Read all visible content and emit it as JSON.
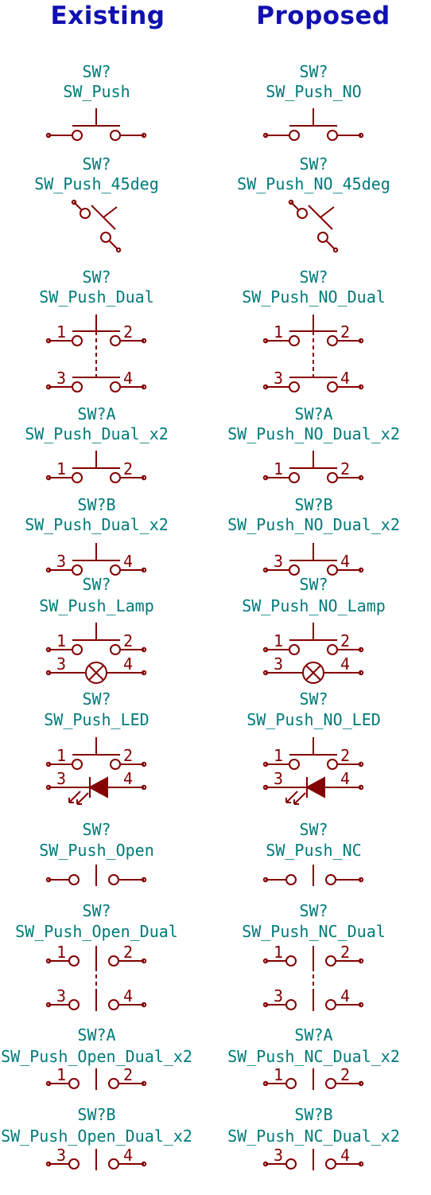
{
  "headers": {
    "left": "Existing",
    "right": "Proposed"
  },
  "colors": {
    "header": "#1010b0",
    "label": "#007a7a",
    "symbol": "#840000"
  },
  "existing": [
    {
      "ref": "SW?",
      "name": "SW_Push"
    },
    {
      "ref": "SW?",
      "name": "SW_Push_45deg"
    },
    {
      "ref": "SW?",
      "name": "SW_Push_Dual"
    },
    {
      "ref": "SW?A",
      "name": "SW_Push_Dual_x2"
    },
    {
      "ref": "SW?B",
      "name": "SW_Push_Dual_x2"
    },
    {
      "ref": "SW?",
      "name": "SW_Push_Lamp"
    },
    {
      "ref": "SW?",
      "name": "SW_Push_LED"
    },
    {
      "ref": "SW?",
      "name": "SW_Push_Open"
    },
    {
      "ref": "SW?",
      "name": "SW_Push_Open_Dual"
    },
    {
      "ref": "SW?A",
      "name": "SW_Push_Open_Dual_x2"
    },
    {
      "ref": "SW?B",
      "name": "SW_Push_Open_Dual_x2"
    }
  ],
  "proposed": [
    {
      "ref": "SW?",
      "name": "SW_Push_NO"
    },
    {
      "ref": "SW?",
      "name": "SW_Push_NO_45deg"
    },
    {
      "ref": "SW?",
      "name": "SW_Push_NO_Dual"
    },
    {
      "ref": "SW?A",
      "name": "SW_Push_NO_Dual_x2"
    },
    {
      "ref": "SW?B",
      "name": "SW_Push_NO_Dual_x2"
    },
    {
      "ref": "SW?",
      "name": "SW_Push_NO_Lamp"
    },
    {
      "ref": "SW?",
      "name": "SW_Push_NO_LED"
    },
    {
      "ref": "SW?",
      "name": "SW_Push_NC"
    },
    {
      "ref": "SW?",
      "name": "SW_Push_NC_Dual"
    },
    {
      "ref": "SW?A",
      "name": "SW_Push_NC_Dual_x2"
    },
    {
      "ref": "SW?B",
      "name": "SW_Push_NC_Dual_x2"
    }
  ],
  "pins": {
    "p1": "1",
    "p2": "2",
    "p3": "3",
    "p4": "4"
  }
}
